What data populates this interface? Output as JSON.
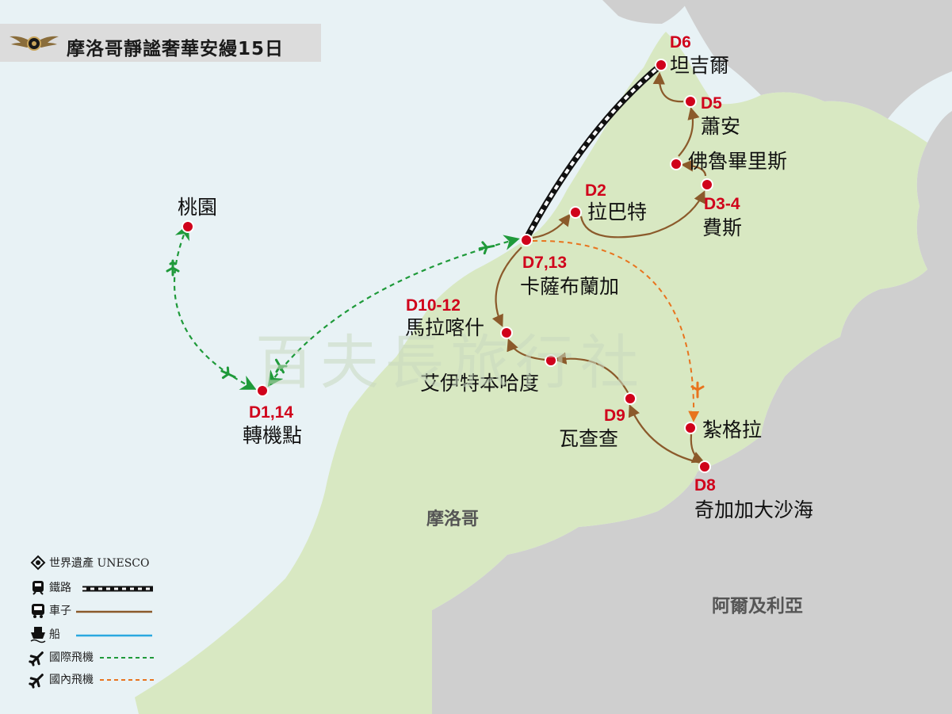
{
  "title": "摩洛哥靜謐奢華安縵15日",
  "watermark": "百夫長旅行社",
  "colors": {
    "sea": "#e8f2f5",
    "morocco": "#d8e8c2",
    "neighbor": "#cfcfcf",
    "city": "#d0021b",
    "day_label": "#d0021b",
    "car": "#8b5a2b",
    "rail": "#111111",
    "intl_flight": "#1f9a3a",
    "dom_flight": "#e8741e",
    "boat": "#2aa8e0"
  },
  "countries": {
    "morocco": "摩洛哥",
    "algeria": "阿爾及利亞"
  },
  "cities": [
    {
      "id": "taoyuan",
      "name": "桃園",
      "day": ""
    },
    {
      "id": "transfer",
      "name": "轉機點",
      "day": "D1,14"
    },
    {
      "id": "casablanca",
      "name": "卡薩布蘭加",
      "day": "D7,13"
    },
    {
      "id": "rabat",
      "name": "拉巴特",
      "day": "D2"
    },
    {
      "id": "fes",
      "name": "費斯",
      "day": "D3-4"
    },
    {
      "id": "volubilis",
      "name": "佛魯畢里斯",
      "day": ""
    },
    {
      "id": "chefchaouen",
      "name": "蕭安",
      "day": "D5"
    },
    {
      "id": "tangier",
      "name": "坦吉爾",
      "day": "D6"
    },
    {
      "id": "marrakech",
      "name": "馬拉喀什",
      "day": "D10-12"
    },
    {
      "id": "ait_benhaddou",
      "name": "艾伊特本哈度",
      "day": ""
    },
    {
      "id": "ouarzazate",
      "name": "瓦查查",
      "day": "D9"
    },
    {
      "id": "zagora",
      "name": "紮格拉",
      "day": ""
    },
    {
      "id": "erg_chigaga",
      "name": "奇加加大沙海",
      "day": "D8"
    }
  ],
  "legend": [
    {
      "icon": "unesco-icon",
      "label": "世界遺產 UNESCO",
      "line": ""
    },
    {
      "icon": "train-icon",
      "label": "鐵路",
      "line": "rail"
    },
    {
      "icon": "bus-icon",
      "label": "車子",
      "line": "car"
    },
    {
      "icon": "boat-icon",
      "label": "船",
      "line": "boat"
    },
    {
      "icon": "airplane-icon",
      "label": "國際飛機",
      "line": "intl_flight"
    },
    {
      "icon": "airplane-icon",
      "label": "國內飛機",
      "line": "dom_flight"
    }
  ]
}
